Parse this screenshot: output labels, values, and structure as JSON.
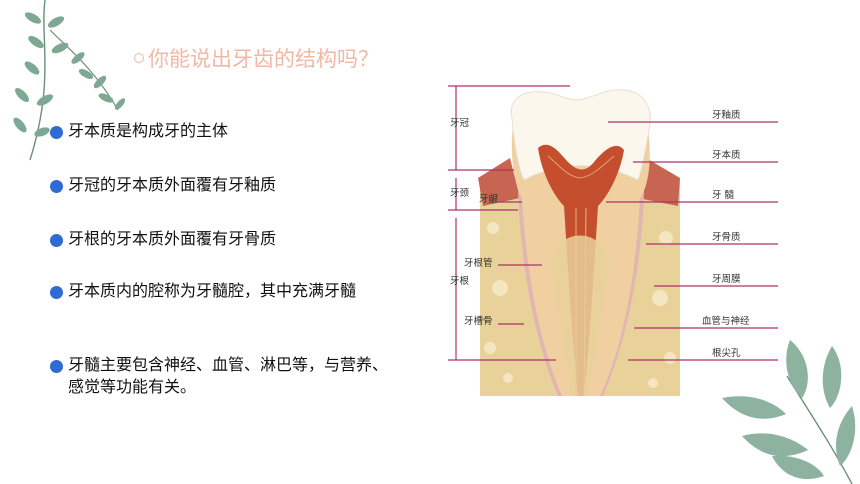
{
  "title": "你能说出牙齿的结构吗？",
  "bullets": [
    {
      "text": "牙本质是构成牙的主体"
    },
    {
      "text": "牙冠的牙本质外面覆有牙釉质"
    },
    {
      "text": "牙根的牙本质外面覆有牙骨质"
    },
    {
      "text": "牙本质内的腔称为牙髓腔，其中充满牙髓"
    },
    {
      "text": "牙髓主要包含神经、血管、淋巴等，与营养、感觉等功能有关。"
    }
  ],
  "diagram": {
    "left_labels": {
      "crown": "牙冠",
      "neck": "牙颈",
      "root": "牙根",
      "gum": "牙龈",
      "root_canal": "牙根管",
      "alveolar_bone": "牙槽骨"
    },
    "right_labels": [
      "牙釉质",
      "牙本质",
      "牙 髓",
      "牙骨质",
      "牙周膜",
      "血管与神经",
      "根尖孔"
    ]
  },
  "colors": {
    "title": "#f1b8a6",
    "bullet_dot": "#2f6bd3",
    "label_line": "#b0306a",
    "leaf": "#7fa893"
  }
}
